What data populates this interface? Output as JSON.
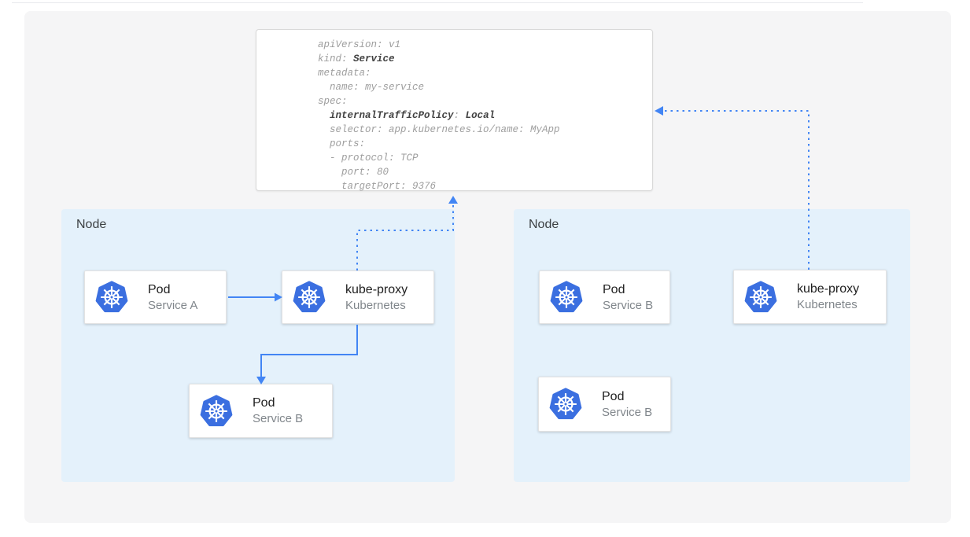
{
  "colors": {
    "arrow": "#4285F4",
    "k8s": "#3B6FE0",
    "node_bg": "#E4F1FB",
    "canvas_bg": "#F5F5F6",
    "card_border": "#E3E3E3",
    "yaml_border": "#D9D9D9",
    "text_dark": "#212121",
    "text_gray": "#80868B",
    "node_label": "#3C4043",
    "code_gray": "#9E9E9E",
    "code_bold": "#424242",
    "divider": "#E8EAED"
  },
  "yaml_card": {
    "lines": [
      [
        {
          "t": "apiVersion: v1"
        }
      ],
      [
        {
          "t": "kind: "
        },
        {
          "t": "Service",
          "b": true
        }
      ],
      [
        {
          "t": "metadata:"
        }
      ],
      [
        {
          "t": "  name: my-service"
        }
      ],
      [
        {
          "t": "spec:"
        }
      ],
      [
        {
          "t": "  "
        },
        {
          "t": "internalTrafficPolicy",
          "b": true
        },
        {
          "t": ": "
        },
        {
          "t": "Local",
          "b": true
        }
      ],
      [
        {
          "t": "  selector: app.kubernetes.io/name: MyApp"
        }
      ],
      [
        {
          "t": "  ports:"
        }
      ],
      [
        {
          "t": "  - protocol: TCP"
        }
      ],
      [
        {
          "t": "    port: 80"
        }
      ],
      [
        {
          "t": "    targetPort: 9376"
        }
      ]
    ]
  },
  "nodes": [
    {
      "label": "Node",
      "cards": [
        {
          "title": "Pod",
          "subtitle": "Service A"
        },
        {
          "title": "kube-proxy",
          "subtitle": "Kubernetes"
        },
        {
          "title": "Pod",
          "subtitle": "Service B"
        }
      ]
    },
    {
      "label": "Node",
      "cards": [
        {
          "title": "Pod",
          "subtitle": "Service B"
        },
        {
          "title": "kube-proxy",
          "subtitle": "Kubernetes"
        },
        {
          "title": "Pod",
          "subtitle": "Service B"
        }
      ]
    }
  ]
}
